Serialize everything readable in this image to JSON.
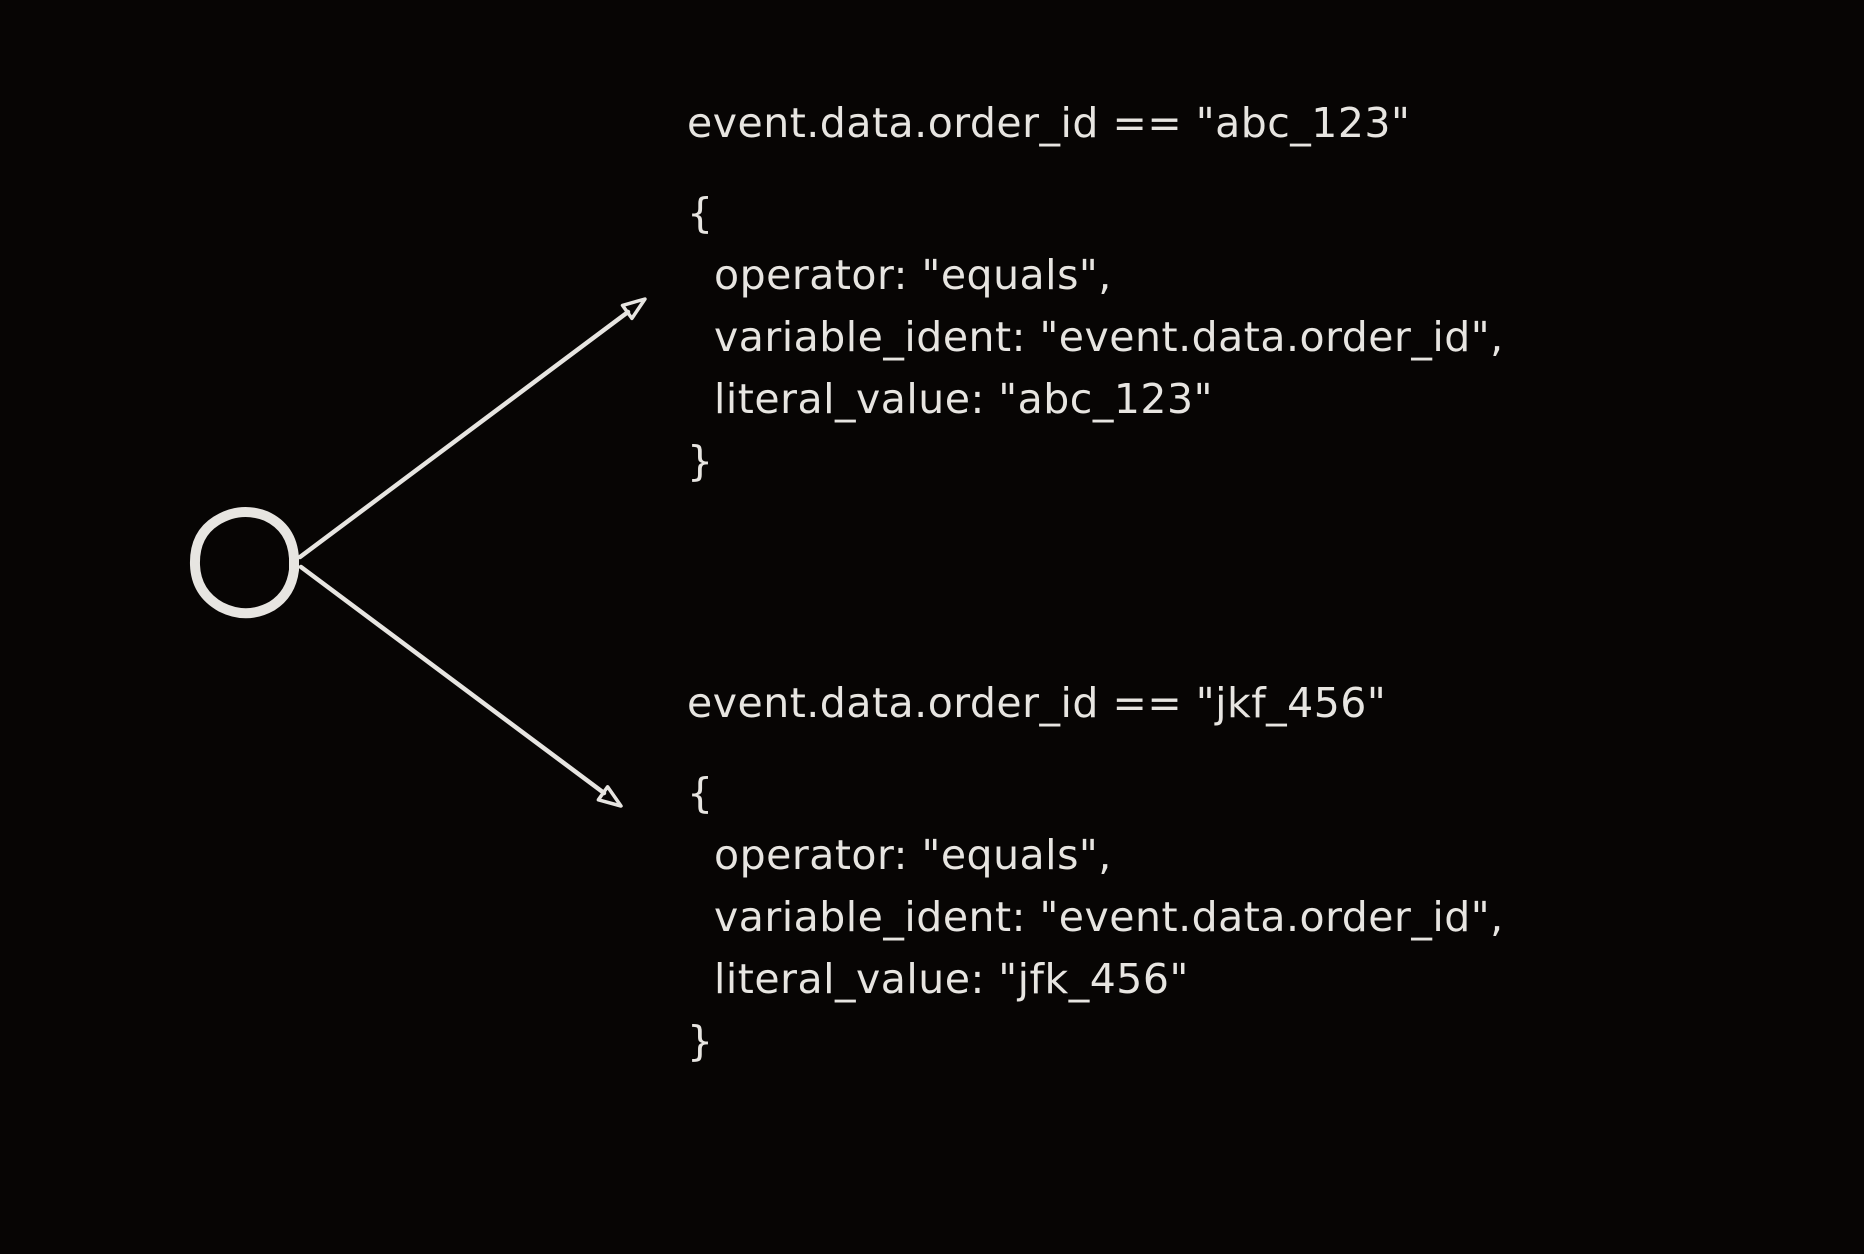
{
  "canvas": {
    "background_color": "#070504",
    "ink_color": "#e7e5e1"
  },
  "branches": [
    {
      "expression": "event.data.order_id == \"abc_123\"",
      "code_lines": [
        "{",
        "operator: \"equals\",",
        "variable_ident: \"event.data.order_id\",",
        "literal_value: \"abc_123\"",
        "}"
      ]
    },
    {
      "expression": "event.data.order_id == \"jkf_456\"",
      "code_lines": [
        "{",
        "operator: \"equals\",",
        "variable_ident: \"event.data.order_id\",",
        "literal_value: \"jfk_456\"",
        "}"
      ]
    }
  ]
}
